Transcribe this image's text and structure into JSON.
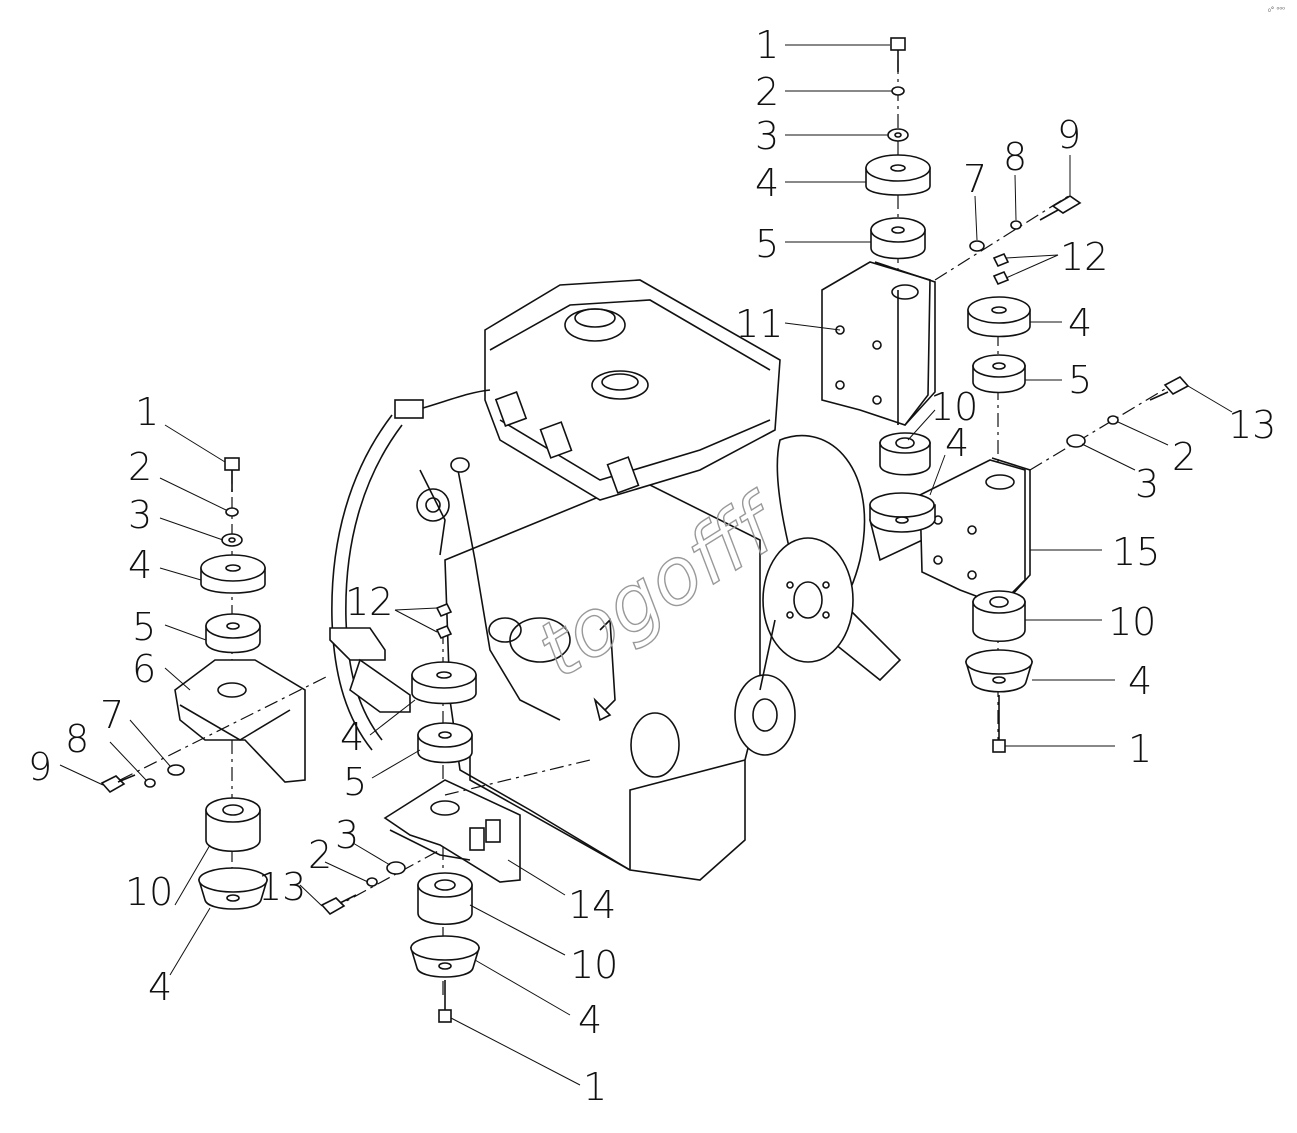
{
  "watermark": "togofff",
  "corner_mark": "₀° ⁰⁰⁰",
  "callouts": [
    {
      "id": "top-1",
      "text": "1"
    },
    {
      "id": "top-2",
      "text": "2"
    },
    {
      "id": "top-3",
      "text": "3"
    },
    {
      "id": "top-4",
      "text": "4"
    },
    {
      "id": "top-5",
      "text": "5"
    },
    {
      "id": "top-7",
      "text": "7"
    },
    {
      "id": "top-8",
      "text": "8"
    },
    {
      "id": "top-9",
      "text": "9"
    },
    {
      "id": "top-11",
      "text": "11"
    },
    {
      "id": "top-12",
      "text": "12"
    },
    {
      "id": "right-4a",
      "text": "4"
    },
    {
      "id": "right-5",
      "text": "5"
    },
    {
      "id": "right-13",
      "text": "13"
    },
    {
      "id": "right-2",
      "text": "2"
    },
    {
      "id": "right-3",
      "text": "3"
    },
    {
      "id": "mid-10",
      "text": "10"
    },
    {
      "id": "mid-4",
      "text": "4"
    },
    {
      "id": "right-15",
      "text": "15"
    },
    {
      "id": "right-10",
      "text": "10"
    },
    {
      "id": "right-4b",
      "text": "4"
    },
    {
      "id": "right-1",
      "text": "1"
    },
    {
      "id": "left-1",
      "text": "1"
    },
    {
      "id": "left-2",
      "text": "2"
    },
    {
      "id": "left-3",
      "text": "3"
    },
    {
      "id": "left-4",
      "text": "4"
    },
    {
      "id": "left-5",
      "text": "5"
    },
    {
      "id": "left-6",
      "text": "6"
    },
    {
      "id": "left-7",
      "text": "7"
    },
    {
      "id": "left-8",
      "text": "8"
    },
    {
      "id": "left-9",
      "text": "9"
    },
    {
      "id": "left-10",
      "text": "10"
    },
    {
      "id": "left-4b",
      "text": "4"
    },
    {
      "id": "center-12",
      "text": "12"
    },
    {
      "id": "center-4",
      "text": "4"
    },
    {
      "id": "center-5",
      "text": "5"
    },
    {
      "id": "bottom-3",
      "text": "3"
    },
    {
      "id": "bottom-2",
      "text": "2"
    },
    {
      "id": "bottom-13",
      "text": "13"
    },
    {
      "id": "bottom-14",
      "text": "14"
    },
    {
      "id": "bottom-10",
      "text": "10"
    },
    {
      "id": "bottom-4",
      "text": "4"
    },
    {
      "id": "bottom-1",
      "text": "1"
    }
  ]
}
